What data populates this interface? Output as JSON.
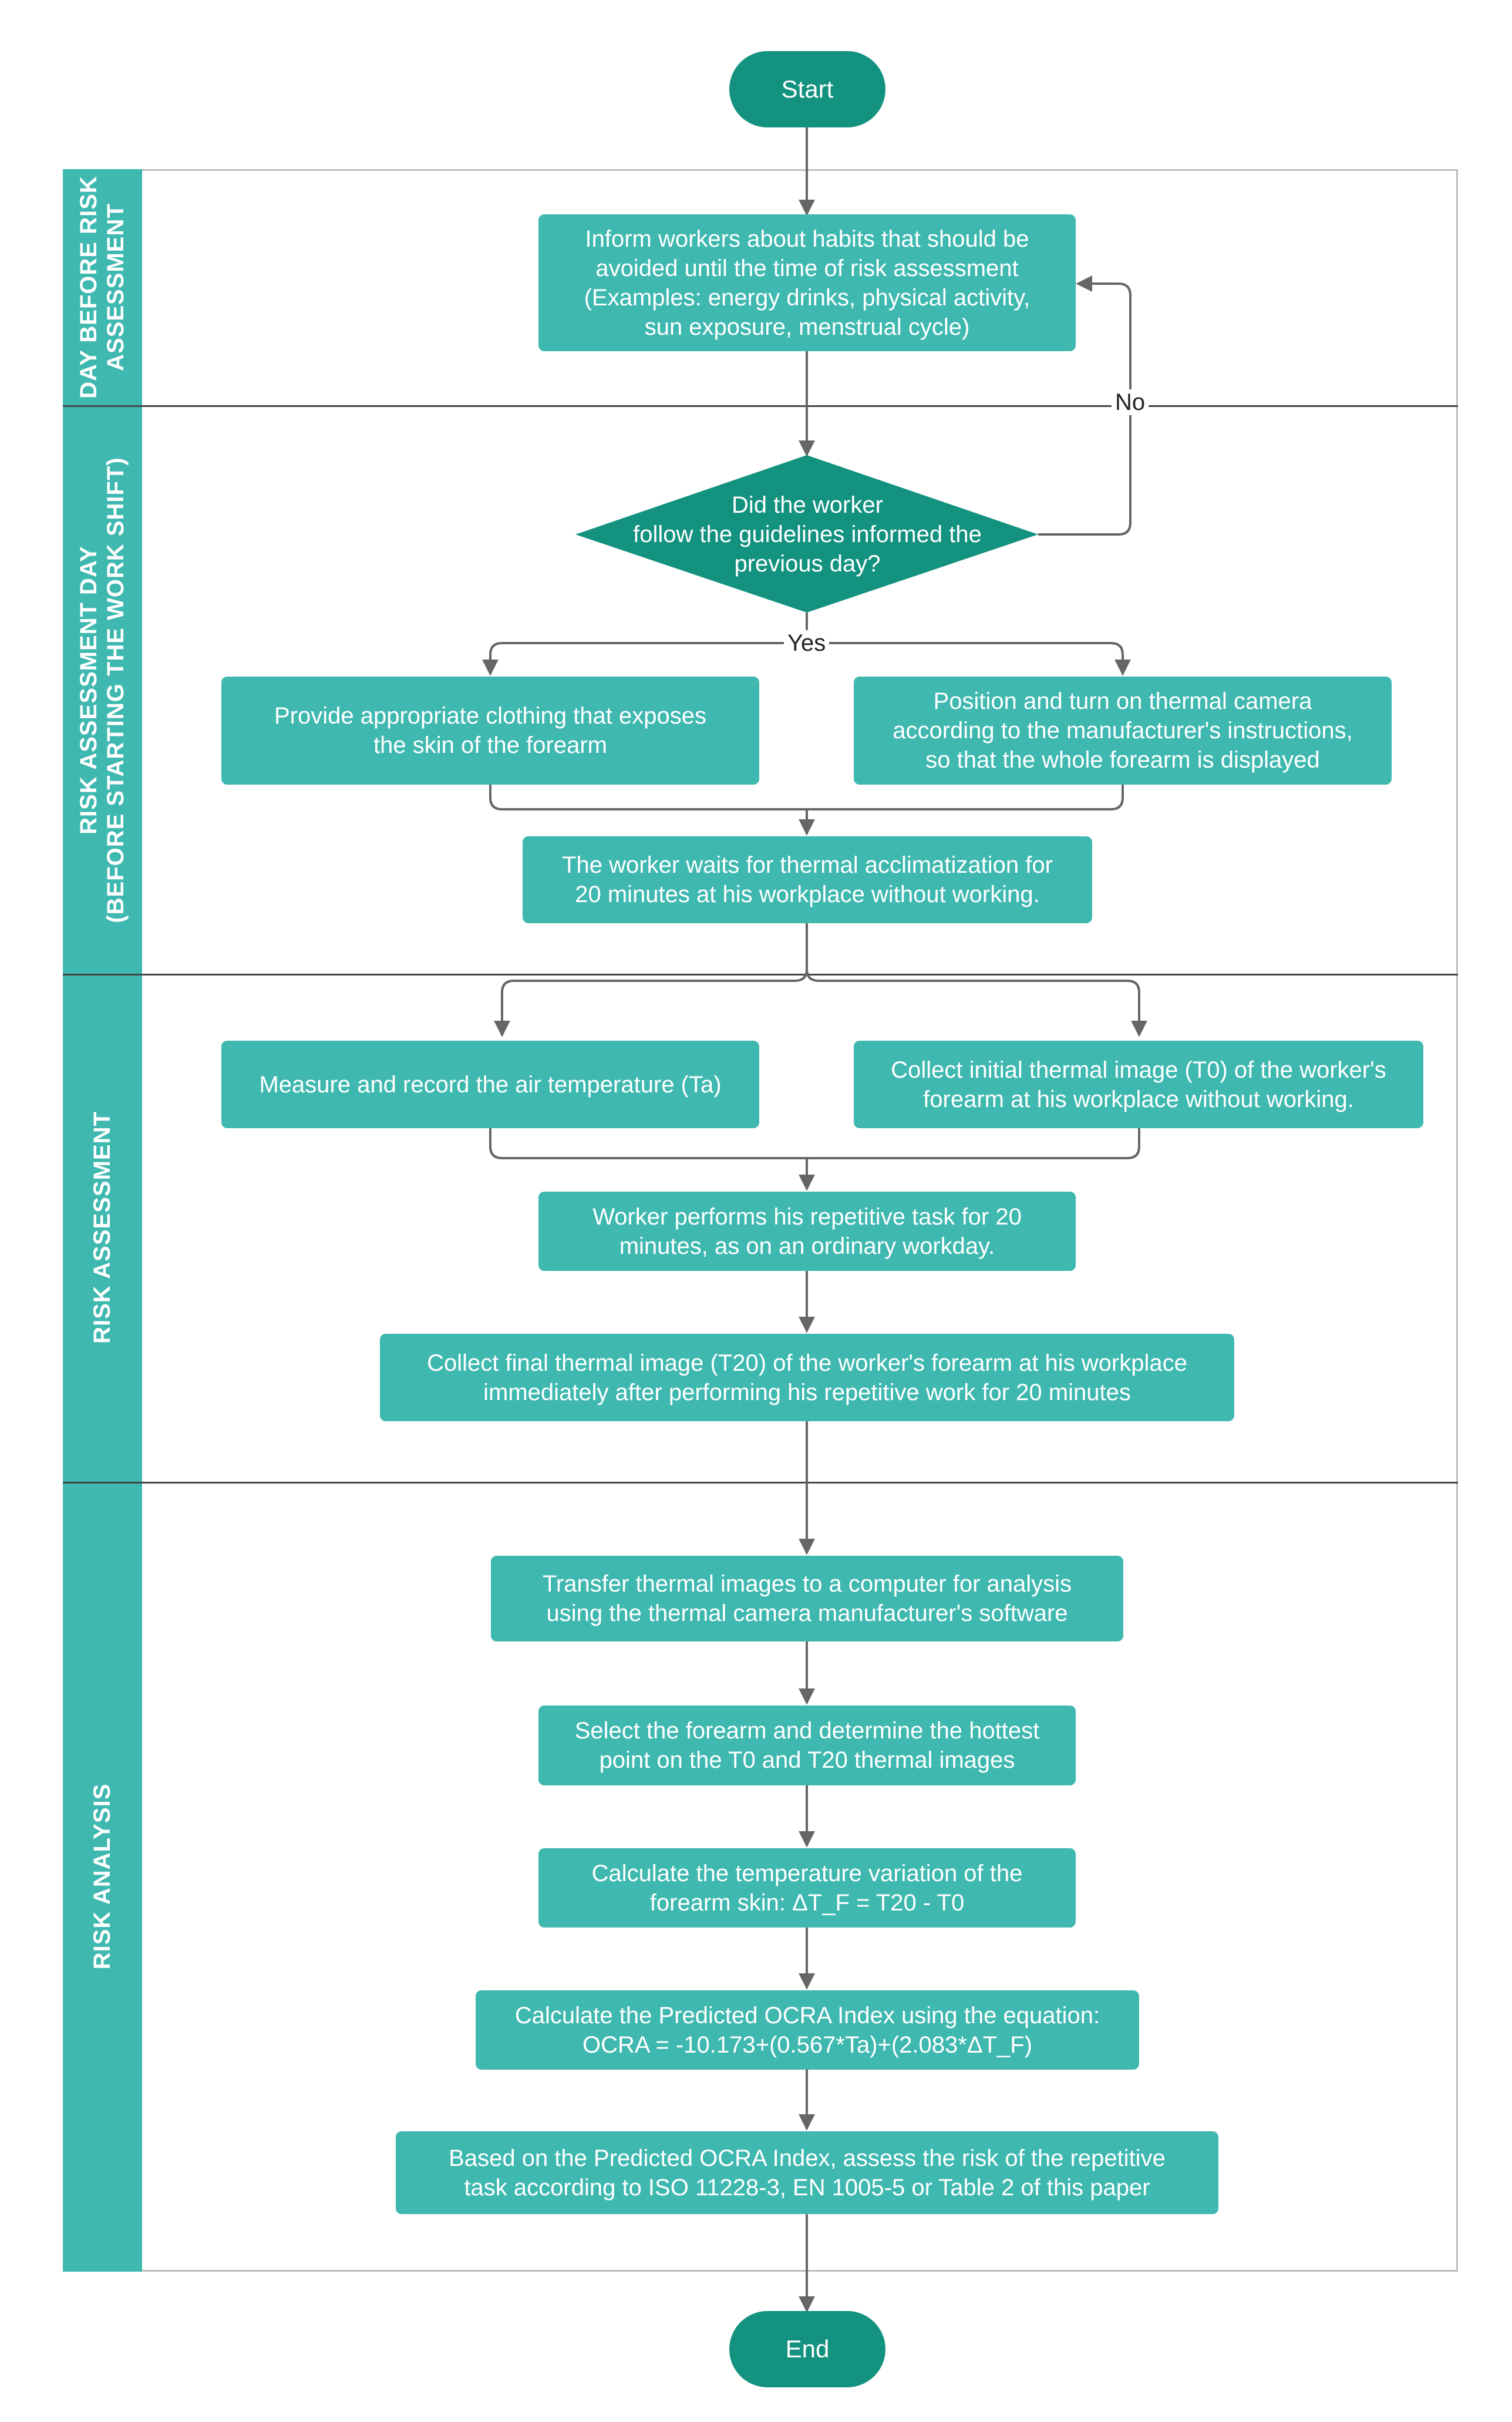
{
  "lanes": [
    {
      "label": "DAY BEFORE RISK\nASSESSMENT"
    },
    {
      "label": "RISK ASSESSMENT DAY\n(BEFORE STARTING THE WORK SHIFT)"
    },
    {
      "label": "RISK ASSESSMENT"
    },
    {
      "label": "RISK ANALYSIS"
    }
  ],
  "nodes": {
    "start": "Start",
    "inform": "Inform workers about habits that should be\navoided until the time of risk assessment\n(Examples: energy drinks, physical activity,\nsun exposure, menstrual cycle)",
    "decision": "Did the worker\nfollow the guidelines informed the\nprevious day?",
    "clothing": "Provide appropriate clothing that exposes\nthe skin of the forearm",
    "camera": "Position and turn on thermal camera\naccording to the manufacturer's instructions,\nso that the whole forearm is displayed",
    "acclimatization": "The worker waits for thermal acclimatization for\n20 minutes at his workplace without working.",
    "air_temp": "Measure and record the air temperature (Ta)",
    "initial_image": "Collect initial thermal image (T0) of the worker's\nforearm at his workplace without working.",
    "repetitive_task": "Worker performs his repetitive task for 20\nminutes, as on an ordinary workday.",
    "final_image": "Collect final thermal image (T20) of the worker's forearm at his workplace\nimmediately after performing his repetitive work for 20 minutes",
    "transfer": "Transfer thermal images to a computer for analysis\nusing the thermal camera manufacturer's software",
    "select": "Select the forearm and determine the hottest\npoint on the T0 and T20 thermal images",
    "calc_variation": "Calculate the temperature variation of the\nforearm skin: ΔT_F = T20 - T0",
    "calc_ocra": "Calculate the Predicted OCRA Index using the equation:\nOCRA = -10.173+(0.567*Ta)+(2.083*ΔT_F)",
    "assess": "Based on the Predicted OCRA Index, assess the risk of the repetitive\ntask according to ISO 11228-3, EN 1005-5 or Table 2 of this paper",
    "end": "End"
  },
  "edge_labels": {
    "no": "No",
    "yes": "Yes"
  },
  "colors": {
    "process": "#3fb8b0",
    "terminal": "#13927f",
    "decision": "#13927f",
    "connector": "#666666"
  }
}
